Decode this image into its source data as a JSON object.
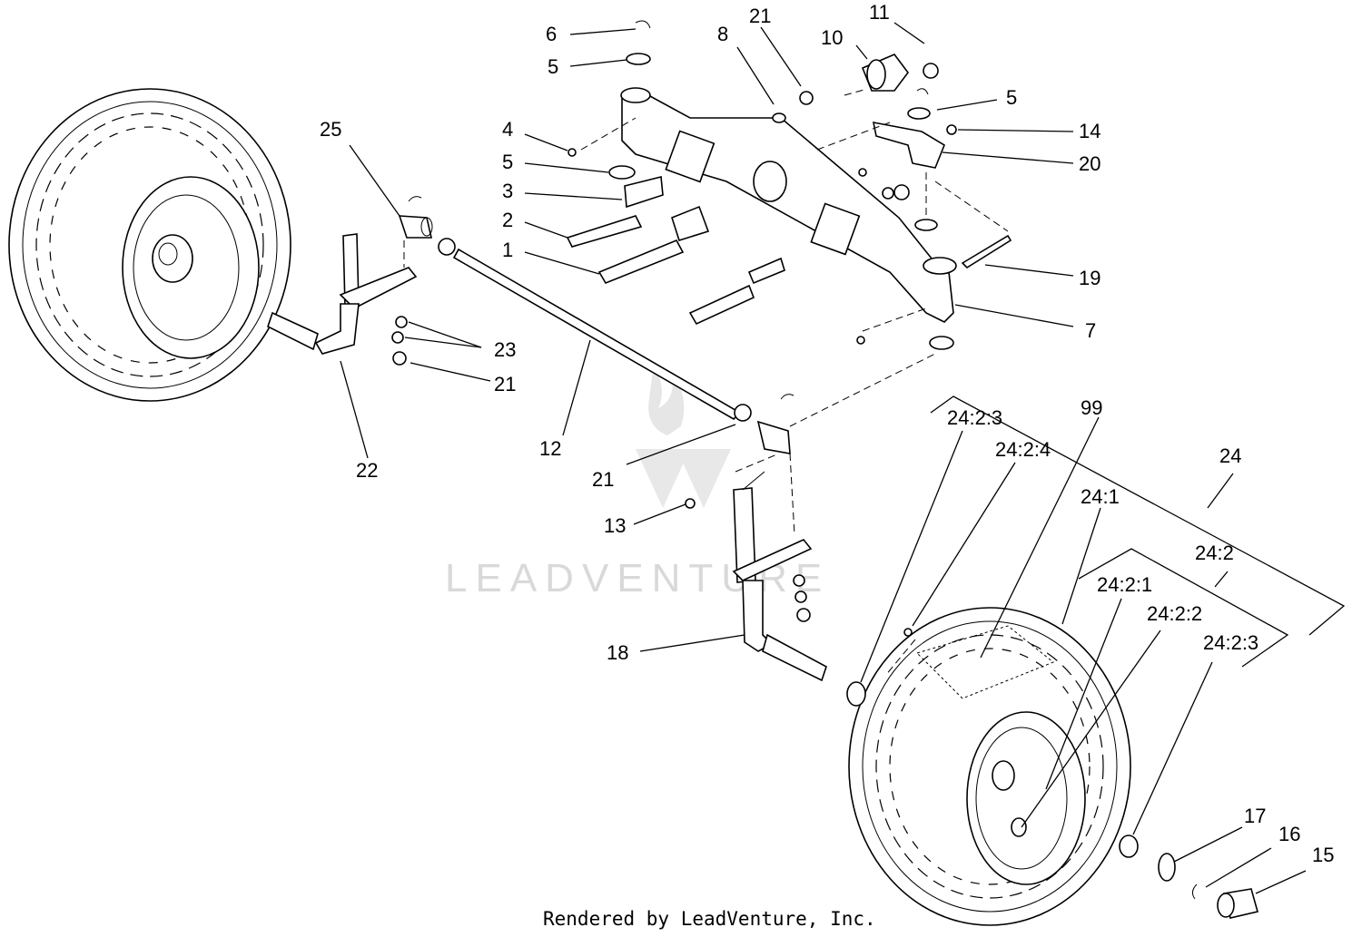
{
  "watermark": {
    "text": "LEADVENTURE"
  },
  "footer": {
    "text": "Rendered by LeadVenture, Inc."
  },
  "callouts": {
    "c6": "6",
    "c5a": "5",
    "c21a": "21",
    "c8": "8",
    "c10": "10",
    "c11": "11",
    "c5b": "5",
    "c14": "14",
    "c20": "20",
    "c4": "4",
    "c5c": "5",
    "c3": "3",
    "c2": "2",
    "c1": "1",
    "c19": "19",
    "c7": "7",
    "c25": "25",
    "c23": "23",
    "c21b": "21",
    "c12": "12",
    "c22": "22",
    "c21c": "21",
    "c13": "13",
    "c18": "18",
    "c99": "99",
    "c24_2_3a": "24:2:3",
    "c24_2_4": "24:2:4",
    "c24": "24",
    "c24_1": "24:1",
    "c24_2": "24:2",
    "c24_2_1": "24:2:1",
    "c24_2_2": "24:2:2",
    "c24_2_3b": "24:2:3",
    "c17": "17",
    "c16": "16",
    "c15": "15"
  }
}
